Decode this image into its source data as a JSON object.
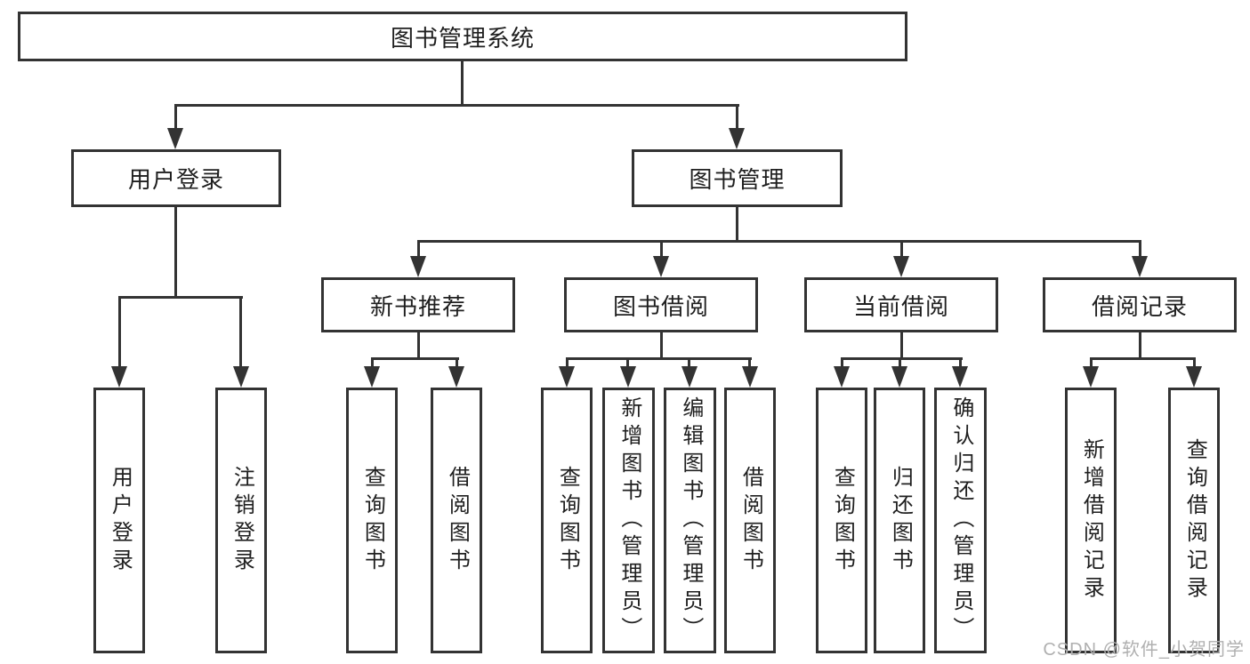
{
  "diagram": {
    "root": {
      "label": "图书管理系统"
    },
    "level2": [
      {
        "label": "用户登录"
      },
      {
        "label": "图书管理"
      }
    ],
    "level3": [
      {
        "label": "新书推荐"
      },
      {
        "label": "图书借阅"
      },
      {
        "label": "当前借阅"
      },
      {
        "label": "借阅记录"
      }
    ],
    "groups": {
      "user_login": [
        "用户登录",
        "注销登录"
      ],
      "new_book": [
        "查询图书",
        "借阅图书"
      ],
      "book_borrow": [
        "查询图书",
        "新增图书（管理员）",
        "编辑图书（管理员）",
        "借阅图书"
      ],
      "current_borrow": [
        "查询图书",
        "归还图书",
        "确认归还（管理员）"
      ],
      "borrow_records": [
        "新增借阅记录",
        "查询借阅记录"
      ]
    }
  },
  "watermark": {
    "text": "CSDN @软件_小贺同学"
  },
  "colors": {
    "line": "#333333",
    "border": "#333333",
    "text": "#1f1f1f",
    "watermark": "#b0b0b0",
    "background": "#ffffff"
  }
}
